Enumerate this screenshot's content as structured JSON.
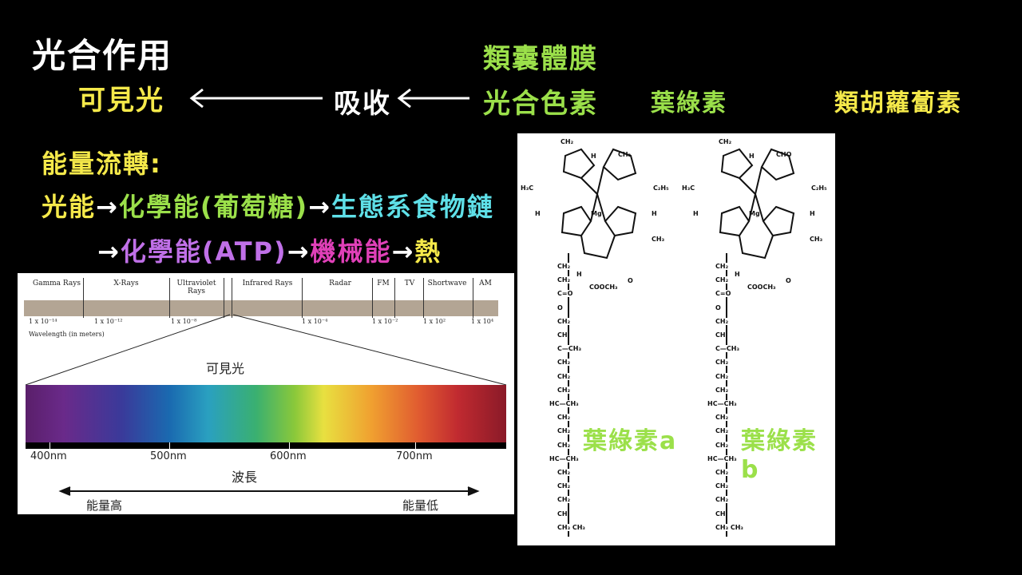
{
  "title": "光合作用",
  "visible_light": "可見光",
  "absorb": "吸收",
  "thylakoid": "類囊體膜",
  "pigment": "光合色素",
  "chlorophyll": "葉綠素",
  "carotenoid": "類胡蘿蔔素",
  "flow_title": "能量流轉:",
  "line1": [
    {
      "text": "光能",
      "color": "#f5e94a"
    },
    {
      "text": "→",
      "color": "#ffffff"
    },
    {
      "text": "化學能(葡萄糖)",
      "color": "#9be04a"
    },
    {
      "text": "→",
      "color": "#ffffff"
    },
    {
      "text": "生態系食物鏈",
      "color": "#5fe0e8"
    }
  ],
  "line2": [
    {
      "text": "→",
      "color": "#ffffff"
    },
    {
      "text": "化學能(ATP)",
      "color": "#c070e8"
    },
    {
      "text": "→",
      "color": "#ffffff"
    },
    {
      "text": "機械能",
      "color": "#e040b8"
    },
    {
      "text": "→",
      "color": "#ffffff"
    },
    {
      "text": "熱",
      "color": "#f5e94a"
    }
  ],
  "spectrum": {
    "regions": [
      "Gamma Rays",
      "X-Rays",
      "Ultraviolet Rays",
      "Infrared Rays",
      "Radar",
      "FM",
      "TV",
      "Shortwave",
      "AM"
    ],
    "wavelengths": [
      "1 x 10⁻¹⁴",
      "1 x 10⁻¹²",
      "1 x 10⁻⁸",
      "1 x 10⁻⁴",
      "1 x 10⁻²",
      "1 x 10²",
      "1 x 10⁴"
    ],
    "wavelength_label": "Wavelength (in meters)",
    "visible_label": "可見光",
    "nm_labels": [
      "400nm",
      "500nm",
      "600nm",
      "700nm"
    ],
    "wave_cn": "波長",
    "energy_high": "能量高",
    "energy_low": "能量低"
  },
  "molecule": {
    "label_a": "葉綠素a",
    "label_b": "葉綠素b",
    "atoms_a": [
      "CH₂",
      "H",
      "CH₃",
      "H₃C",
      "C₂H₅",
      "Mg",
      "H",
      "H",
      "CH₃",
      "H",
      "COOCH₃",
      "O"
    ],
    "atoms_b": [
      "CH₂",
      "H",
      "CHO",
      "H₃C",
      "C₂H₅",
      "Mg",
      "H",
      "H",
      "CH₃",
      "H",
      "COOCH₃",
      "O"
    ],
    "chain": [
      "CH₂",
      "CH₂",
      "C=O",
      "O",
      "CH₂",
      "CH",
      "C—CH₃",
      "CH₂",
      "CH₂",
      "CH₂",
      "HC—CH₃",
      "CH₂",
      "CH₂",
      "CH₂",
      "HC—CH₃",
      "CH₂",
      "CH₂",
      "CH₂",
      "CH",
      "CH₃ CH₃"
    ]
  }
}
